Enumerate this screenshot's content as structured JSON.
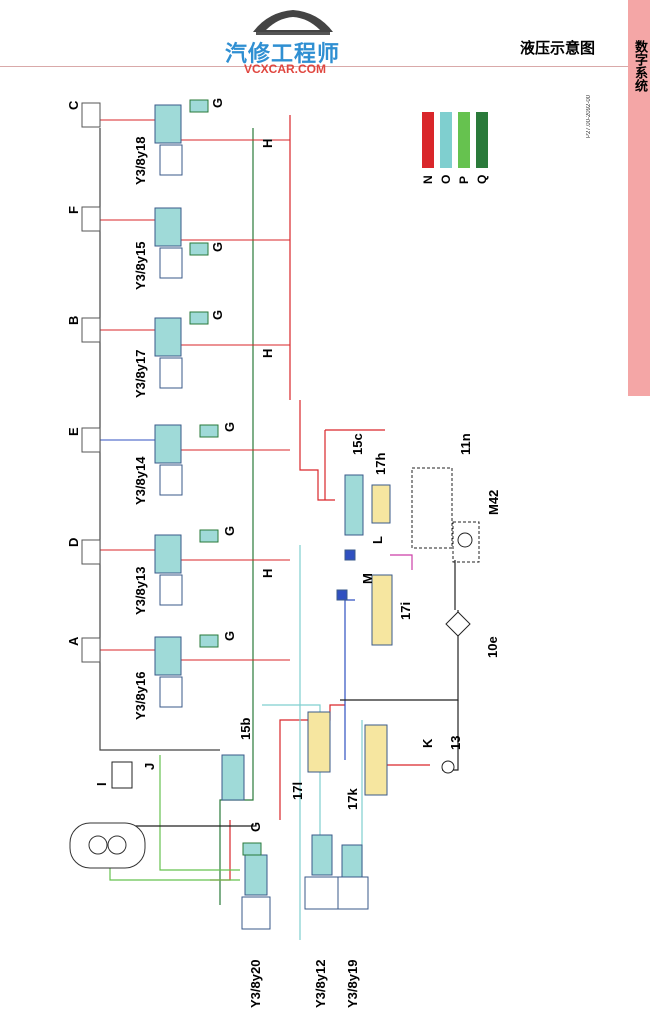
{
  "header": {
    "logo_cn": "汽修工程师",
    "logo_en": "VCXCAR.COM",
    "title": "液压示意图",
    "side_tab": "数字系统",
    "code": "P27.00-2092-00"
  },
  "legend": [
    {
      "letter": "N",
      "color": "#d9262a"
    },
    {
      "letter": "O",
      "color": "#7fcfcf"
    },
    {
      "letter": "P",
      "color": "#66c24f"
    },
    {
      "letter": "Q",
      "color": "#2a7a3a"
    }
  ],
  "labels": {
    "C": "C",
    "F": "F",
    "B": "B",
    "E": "E",
    "D": "D",
    "A": "A",
    "y18": "Y3/8y18",
    "y15": "Y3/8y15",
    "y17": "Y3/8y17",
    "y14": "Y3/8y14",
    "y13": "Y3/8y13",
    "y16": "Y3/8y16",
    "y20": "Y3/8y20",
    "y12": "Y3/8y12",
    "y19": "Y3/8y19",
    "G": "G",
    "H": "H",
    "15c": "15c",
    "17h": "17h",
    "11n": "11n",
    "M42": "M42",
    "L": "L",
    "M": "M",
    "17i": "17i",
    "10e": "10e",
    "15b": "15b",
    "17l": "17l",
    "17k": "17k",
    "K": "K",
    "13": "13",
    "I": "I",
    "J": "J"
  }
}
